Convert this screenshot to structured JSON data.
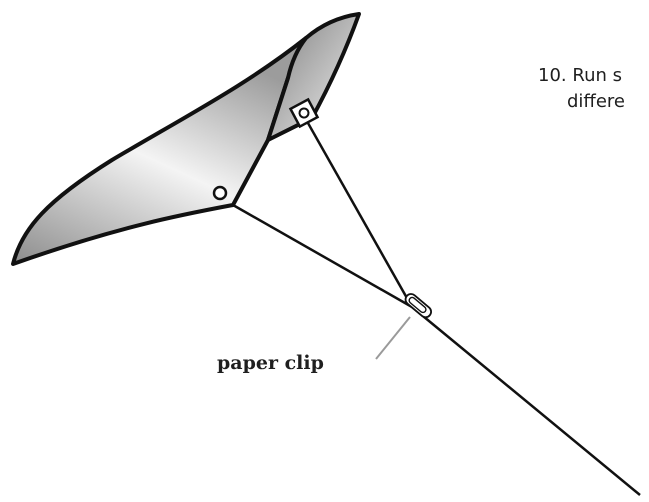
{
  "instructions": {
    "step_number": "10.",
    "line1": "Run s",
    "line2": "differe"
  },
  "labels": {
    "paper_clip": "paper clip"
  },
  "colors": {
    "outline": "#111111",
    "text": "#1f1f1f",
    "leader": "#9a9a9a",
    "sail_light": "#f4f4f4",
    "sail_dark": "#8c8c8c"
  }
}
